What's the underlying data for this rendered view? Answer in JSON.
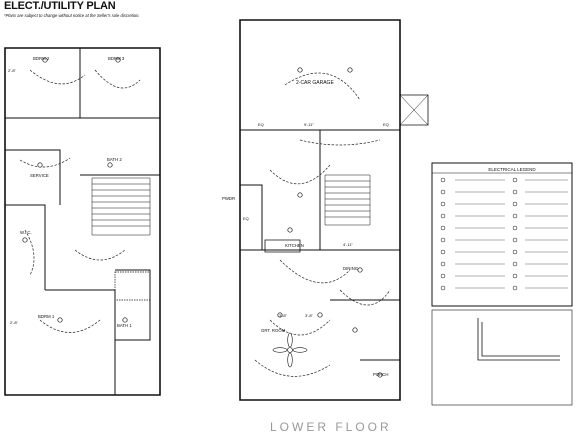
{
  "title": "ELECT./UTILITY PLAN",
  "subtitle": "*Plans are subject to change without notice at the Seller's sole discretion.",
  "rooms": {
    "bdrm2": "BDRM 2",
    "bdrm3": "BDRM 3",
    "bath2": "BATH 2",
    "service": "SERVICE",
    "wic": "W.I.C.",
    "bdrm1": "BDRM 1",
    "bath1": "BATH 1",
    "garage": "2-CAR GARAGE",
    "kitchen": "KITCHEN",
    "dining": "DINING",
    "great_room": "GRT. ROOM",
    "porch": "PORCH",
    "pwdr": "PWDR"
  },
  "dimensions": {
    "d1": "2'-8\"",
    "d2": "2'-8\"",
    "d3": "9'-11\"",
    "d4": "4'-11\"",
    "d5": "3'-8\"",
    "d6": "3'-8\"",
    "d7": "EQ",
    "d8": "EQ",
    "d9": "EQ"
  },
  "legend": {
    "title": "ELECTRICAL LEGEND"
  },
  "floor_label": "LOWER FLOOR"
}
